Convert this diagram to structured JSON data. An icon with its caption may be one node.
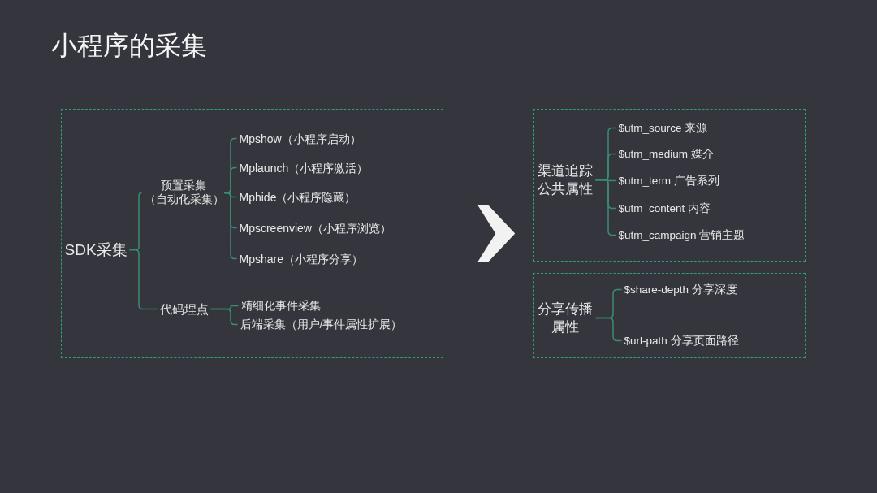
{
  "diagram": {
    "title": "小程序的采集",
    "nodes": [
      {
        "text": [],
        "shape": "box"
      },
      {
        "text": [
          "SDK采集"
        ],
        "in": 0
      },
      {
        "text": [
          "预置采集（自动化采集）"
        ],
        "in": 0
      },
      {
        "text": [
          "Mpshow（小程序启动）"
        ],
        "in": 0
      },
      {
        "text": [
          "Mplaunch（小程序激活）"
        ],
        "in": 0
      },
      {
        "text": [
          "Mphide（小程序隐藏）"
        ],
        "in": 0
      },
      {
        "text": [
          "Mpscreenview（小程序浏览）"
        ],
        "in": 0
      },
      {
        "text": [
          "Mpshare（小程序分享）"
        ],
        "in": 0
      },
      {
        "text": [
          "代码埋点"
        ],
        "in": 0
      },
      {
        "text": [
          "精细化事件采集"
        ],
        "in": 0
      },
      {
        "text": [
          "后端采集（用户/事件属性扩展）"
        ],
        "in": 0
      },
      {
        "text": [],
        "shape": "box"
      },
      {
        "text": [
          "渠道追踪公共属性"
        ],
        "in": 11
      },
      {
        "text": [
          "$utm_source 来源"
        ],
        "in": 11
      },
      {
        "text": [
          "$utm_medium 媒介"
        ],
        "in": 11
      },
      {
        "text": [
          "$utm_term 广告系列"
        ],
        "in": 11
      },
      {
        "text": [
          "$utm_content 内容"
        ],
        "in": 11
      },
      {
        "text": [
          "$utm_campaign 营销主题"
        ],
        "in": 11
      },
      {
        "text": [],
        "shape": "box"
      },
      {
        "text": [
          "分享传播属性"
        ],
        "in": 18
      },
      {
        "text": [
          "$share-depth 分享深度"
        ],
        "in": 18
      },
      {
        "text": [
          "$url-path 分享页面路径"
        ],
        "in": 18
      }
    ],
    "edges": [
      {
        "from": 1,
        "to": 2,
        "arrow": "none"
      },
      {
        "from": 1,
        "to": 8,
        "arrow": "none"
      },
      {
        "from": 2,
        "to": 3,
        "arrow": "none"
      },
      {
        "from": 2,
        "to": 4,
        "arrow": "none"
      },
      {
        "from": 2,
        "to": 5,
        "arrow": "none"
      },
      {
        "from": 2,
        "to": 6,
        "arrow": "none"
      },
      {
        "from": 2,
        "to": 7,
        "arrow": "none"
      },
      {
        "from": 8,
        "to": 9,
        "arrow": "none"
      },
      {
        "from": 8,
        "to": 10,
        "arrow": "none"
      },
      {
        "from": 0,
        "to": 11,
        "arrow": "to",
        "color": "#f2f2f2"
      },
      {
        "from": 0,
        "to": 18,
        "arrow": "to",
        "color": "#f2f2f2"
      },
      {
        "from": 12,
        "to": 13,
        "arrow": "none"
      },
      {
        "from": 12,
        "to": 14,
        "arrow": "none"
      },
      {
        "from": 12,
        "to": 15,
        "arrow": "none"
      },
      {
        "from": 12,
        "to": 16,
        "arrow": "none"
      },
      {
        "from": 12,
        "to": 17,
        "arrow": "none"
      },
      {
        "from": 19,
        "to": 20,
        "arrow": "none"
      },
      {
        "from": 19,
        "to": 21,
        "arrow": "none"
      }
    ]
  }
}
